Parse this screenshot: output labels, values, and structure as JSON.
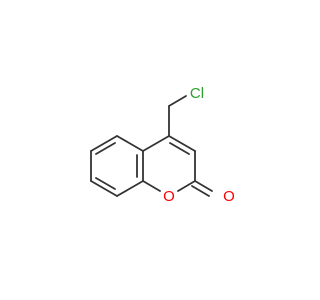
{
  "molecule": {
    "atoms": {
      "chlorine": {
        "label": "Cl",
        "color": "#2ca02c"
      },
      "ring_oxygen": {
        "label": "O",
        "color": "#ff0000"
      },
      "carbonyl_oxygen": {
        "label": "O",
        "color": "#ff0000"
      }
    },
    "bond_color": "#333333"
  }
}
